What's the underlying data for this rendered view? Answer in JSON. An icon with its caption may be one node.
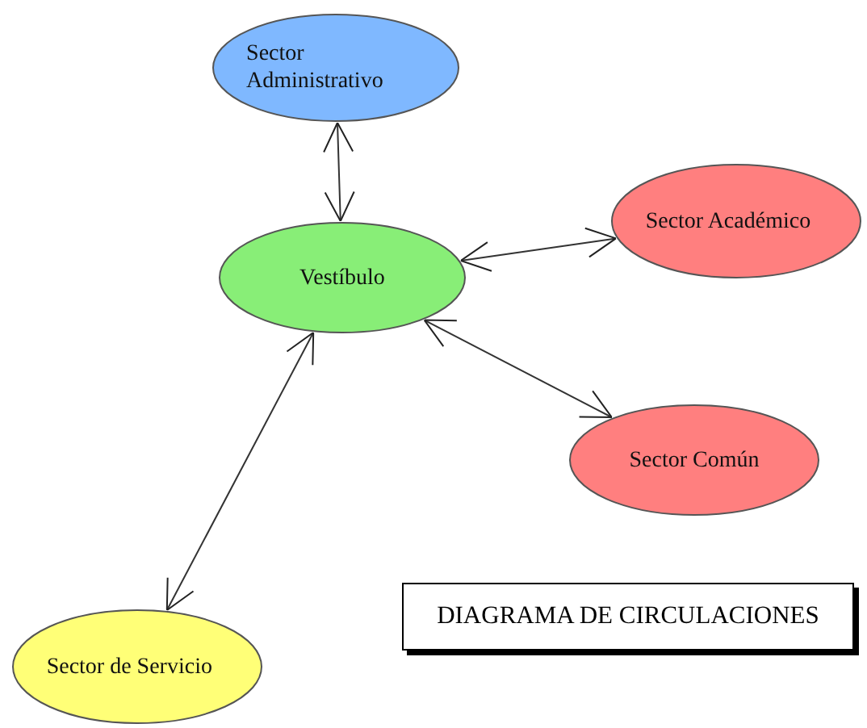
{
  "diagram": {
    "title": "DIAGRAMA DE CIRCULACIONES",
    "nodes": [
      {
        "text": [
          "Sector Administrativo"
        ]
      },
      {
        "text": [
          "Vestíbulo"
        ]
      },
      {
        "text": [
          "Sector Académico"
        ]
      },
      {
        "text": [
          "Sector Común"
        ]
      },
      {
        "text": [
          "Sector de Servicio"
        ]
      }
    ],
    "edges": [
      {
        "from": 0,
        "to": 1,
        "arrow": "both"
      },
      {
        "from": 1,
        "to": 2,
        "arrow": "both"
      },
      {
        "from": 1,
        "to": 3,
        "arrow": "both"
      },
      {
        "from": 4,
        "to": 1,
        "arrow": "both"
      }
    ]
  }
}
